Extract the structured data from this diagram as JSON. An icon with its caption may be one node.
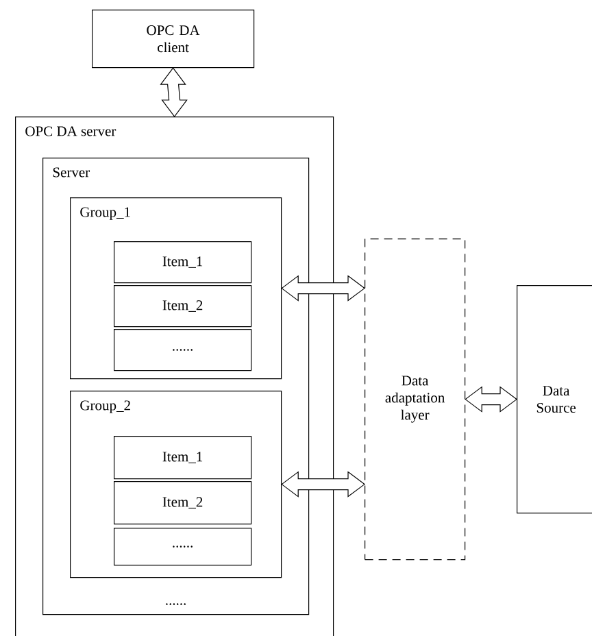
{
  "diagram": {
    "nodes": [
      {
        "text": [
          "OPC DA client"
        ]
      },
      {
        "text": [
          "OPC DA server"
        ]
      },
      {
        "text": [
          "Server",
          "......"
        ],
        "in": 1
      },
      {
        "text": [
          "Group_1"
        ],
        "in": 2
      },
      {
        "text": [
          "Item_1"
        ],
        "in": 3
      },
      {
        "text": [
          "Item_2"
        ],
        "in": 3
      },
      {
        "text": [
          "......"
        ],
        "in": 3
      },
      {
        "text": [
          "Group_2"
        ],
        "in": 2
      },
      {
        "text": [
          "Item_1"
        ],
        "in": 7
      },
      {
        "text": [
          "Item_2"
        ],
        "in": 7
      },
      {
        "text": [
          "......"
        ],
        "in": 7
      },
      {
        "text": [
          "Data adaptation layer"
        ]
      },
      {
        "text": [
          "Data Source"
        ]
      }
    ],
    "edges": [
      {
        "from": 0,
        "to": 1,
        "arrow": "both"
      },
      {
        "from": 3,
        "to": 11,
        "arrow": "both"
      },
      {
        "from": 7,
        "to": 11,
        "arrow": "both"
      },
      {
        "from": 11,
        "to": 12,
        "arrow": "both"
      }
    ]
  }
}
